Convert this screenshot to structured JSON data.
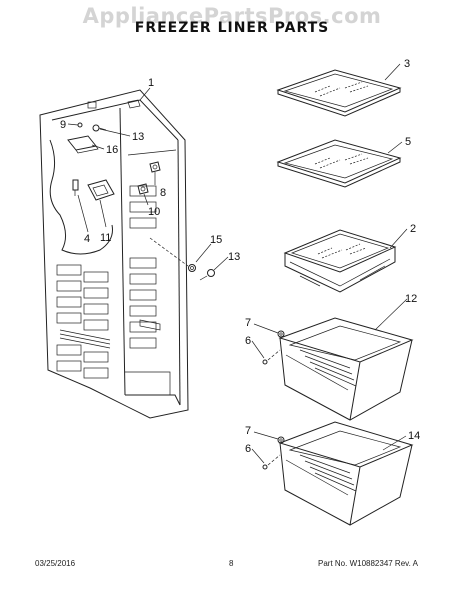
{
  "watermark": "AppliancePartsPros.com",
  "title": "FREEZER LINER PARTS",
  "callouts": {
    "c1": "1",
    "c2": "2",
    "c3": "3",
    "c4": "4",
    "c5": "5",
    "c6a": "6",
    "c6b": "6",
    "c7a": "7",
    "c7b": "7",
    "c8": "8",
    "c9": "9",
    "c10": "10",
    "c11": "11",
    "c12": "12",
    "c13a": "13",
    "c13b": "13",
    "c14": "14",
    "c15": "15",
    "c16": "16"
  },
  "footer": {
    "date": "03/25/2016",
    "page": "8",
    "part": "Part No. W10882347  Rev. A"
  }
}
